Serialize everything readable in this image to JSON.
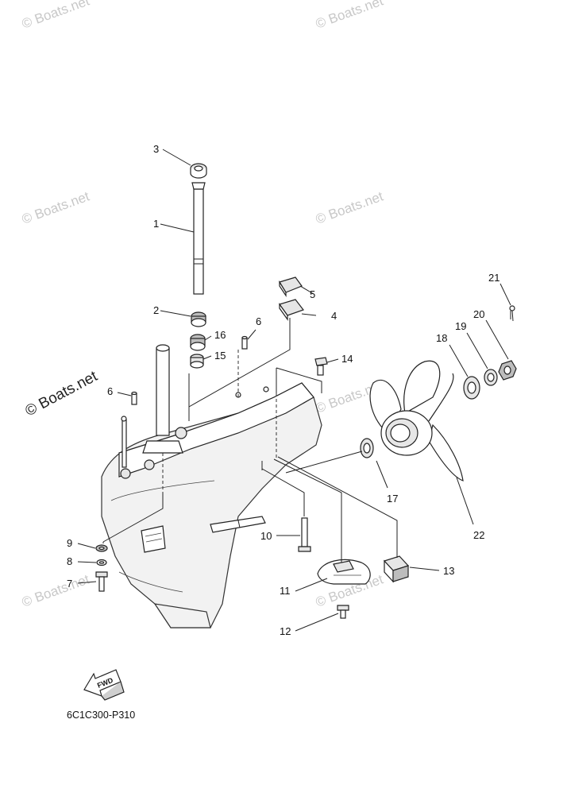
{
  "diagram": {
    "watermark_text": "© Boats.net",
    "diagram_code": "6C1C300-P310",
    "fwd_label": "FWD",
    "callouts": [
      {
        "id": "c3",
        "label": "3"
      },
      {
        "id": "c1",
        "label": "1"
      },
      {
        "id": "c5",
        "label": "5"
      },
      {
        "id": "c21",
        "label": "21"
      },
      {
        "id": "c2",
        "label": "2"
      },
      {
        "id": "c4",
        "label": "4"
      },
      {
        "id": "c6a",
        "label": "6"
      },
      {
        "id": "c16",
        "label": "16"
      },
      {
        "id": "c20",
        "label": "20"
      },
      {
        "id": "c19",
        "label": "19"
      },
      {
        "id": "c18",
        "label": "18"
      },
      {
        "id": "c15",
        "label": "15"
      },
      {
        "id": "c14",
        "label": "14"
      },
      {
        "id": "c6b",
        "label": "6"
      },
      {
        "id": "c17",
        "label": "17"
      },
      {
        "id": "c22",
        "label": "22"
      },
      {
        "id": "c10",
        "label": "10"
      },
      {
        "id": "c9",
        "label": "9"
      },
      {
        "id": "c8",
        "label": "8"
      },
      {
        "id": "c13",
        "label": "13"
      },
      {
        "id": "c7",
        "label": "7"
      },
      {
        "id": "c11",
        "label": "11"
      },
      {
        "id": "c12",
        "label": "12"
      }
    ]
  }
}
